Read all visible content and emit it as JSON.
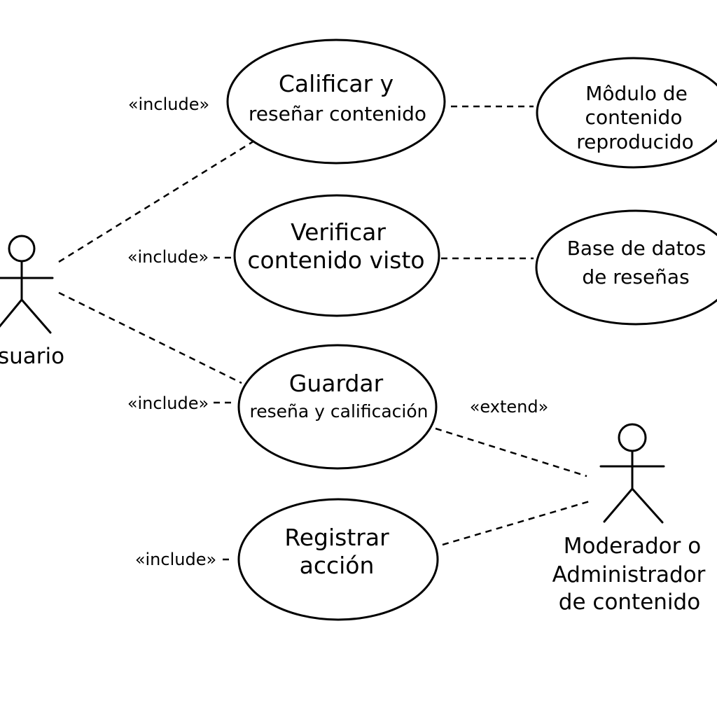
{
  "actors": {
    "usuario": {
      "label": "suario"
    },
    "moderador": {
      "lines": [
        "Moderador o",
        "Administrador",
        "de contenido"
      ]
    }
  },
  "use_cases": {
    "calificar": {
      "lines": [
        "Calificar y",
        "reseñar contenido"
      ]
    },
    "verificar": {
      "lines": [
        "Verificar",
        "contenido visto"
      ]
    },
    "guardar": {
      "lines": [
        "Guardar",
        "reseña y calificación"
      ]
    },
    "registrar": {
      "lines": [
        "Registrar",
        "acción"
      ]
    },
    "modulo": {
      "lines": [
        "Môdulo de",
        "contenido",
        "reproducido"
      ]
    },
    "base": {
      "lines": [
        "Base de datos",
        "de reseñas"
      ]
    }
  },
  "stereotypes": {
    "include_1": "«include»",
    "include_2": "«include»",
    "include_3": "«include»",
    "include_4": "«include»",
    "extend": "«extend»"
  }
}
